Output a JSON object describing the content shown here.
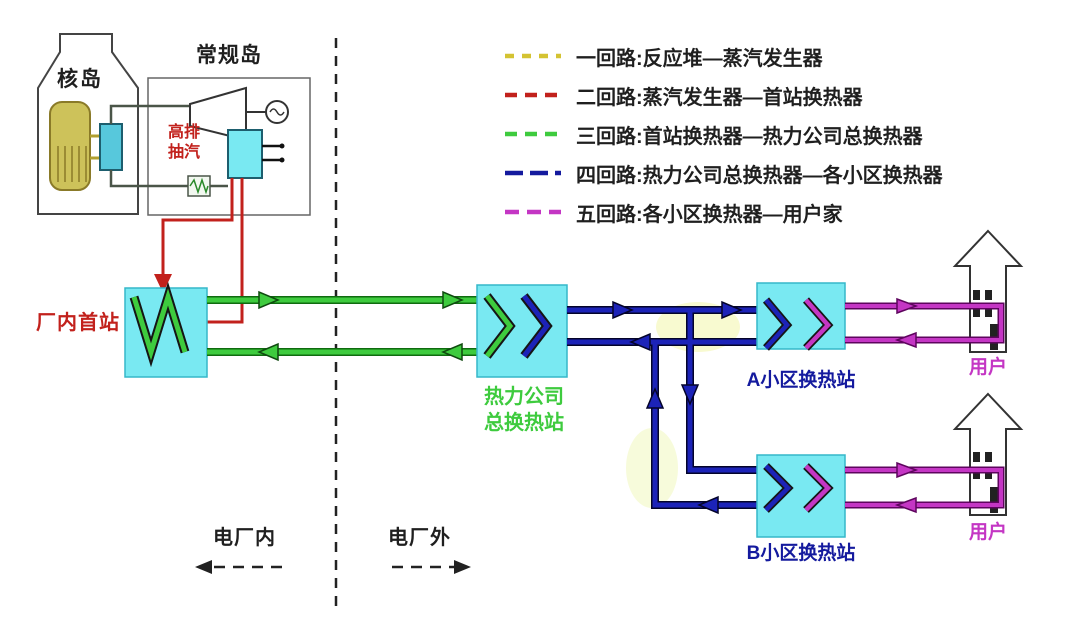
{
  "colors": {
    "red": "#c2211c",
    "green": "#3ecb3e",
    "navy": "#141a9e",
    "magenta": "#c436c4",
    "yellow": "#d4c332",
    "cyan_box": "#79e9f2",
    "black": "#1f1f1f"
  },
  "legend": {
    "items": [
      {
        "label": "一回路:反应堆—蒸汽发生器",
        "color": "#d4c332"
      },
      {
        "label": "二回路:蒸汽发生器—首站换热器",
        "color": "#c2211c"
      },
      {
        "label": "三回路:首站换热器—热力公司总换热器",
        "color": "#3ecb3e"
      },
      {
        "label": "四回路:热力公司总换热器—各小区换热器",
        "color": "#141a9e"
      },
      {
        "label": "五回路:各小区换热器—用户家",
        "color": "#c436c4"
      }
    ]
  },
  "plant": {
    "nuclear_island": "核岛",
    "conventional_island": "常规岛",
    "extraction_line1": "高排",
    "extraction_line2": "抽汽"
  },
  "stations": {
    "first_station": "厂内首站",
    "main_station_line1": "热力公司",
    "main_station_line2": "总换热站",
    "station_a": "A小区换热站",
    "station_b": "B小区换热站"
  },
  "users": {
    "user_a": "用户",
    "user_b": "用户"
  },
  "zones": {
    "inside_plant": "电厂内",
    "outside_plant": "电厂外"
  }
}
